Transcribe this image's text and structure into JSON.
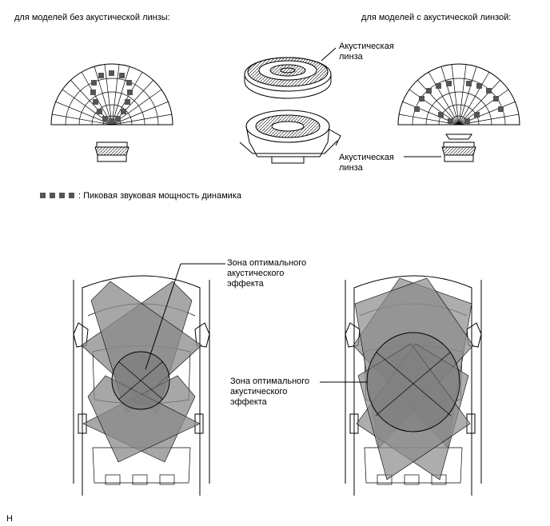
{
  "headings": {
    "without_lens": "для моделей без акустической линзы:",
    "with_lens": "для моделей с акустической линзой:"
  },
  "callouts": {
    "lens_top": [
      "Акустическая",
      "линза"
    ],
    "lens_bottom": [
      "Акустическая",
      "линза"
    ],
    "zone_left": [
      "Зона оптимального",
      "акустического",
      "эффекта"
    ],
    "zone_right": [
      "Зона оптимального",
      "акустического",
      "эффекта"
    ]
  },
  "legend": {
    "text": ": Пиковая звуковая мощность динамика",
    "marker_count": 4
  },
  "footer_code": "H",
  "colors": {
    "peak_marker": "#555555",
    "sound_beam": "#8a8a8a",
    "zone_fill": "#777777"
  }
}
